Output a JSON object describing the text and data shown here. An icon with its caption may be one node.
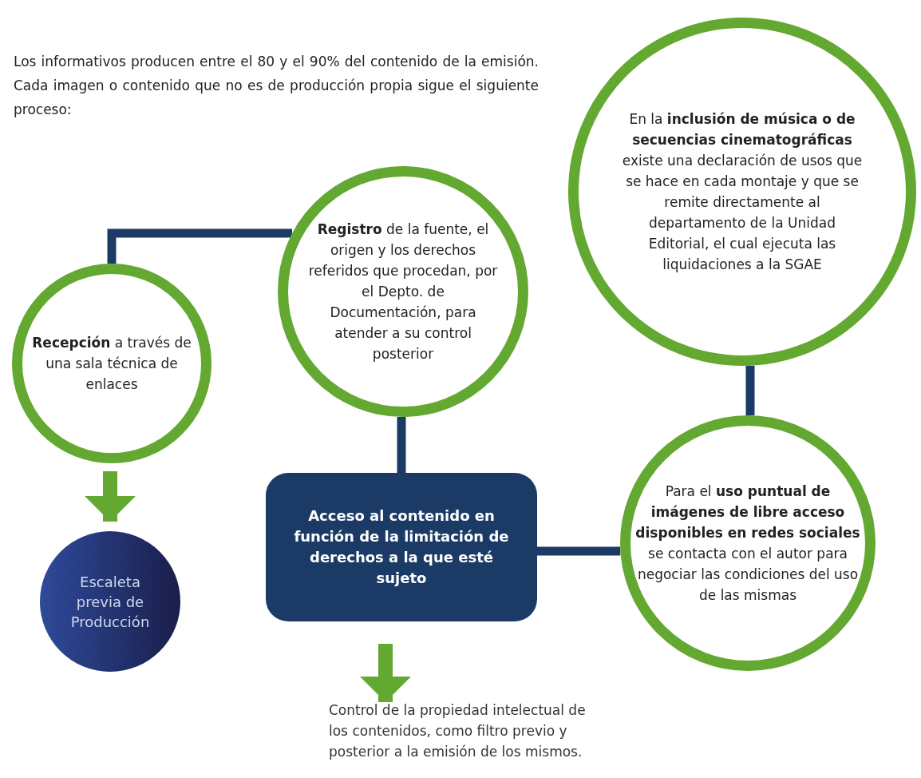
{
  "diagram": {
    "nodes": [
      {
        "text": [
          "**Recepción** a través de una sala técnica de enlaces"
        ]
      },
      {
        "text": [
          "**Registro** de la fuente, el origen y los derechos referidos que procedan, por el Depto. de Documentación, para atender a su control posterior"
        ]
      },
      {
        "text": [
          "En la **inclusión de música o de secuencias cinematográficas** existe una declaración de usos que se hace en cada montaje y que se remite directamente al departamento de la Unidad Editorial, el cual ejecuta las liquidaciones a la SGAE"
        ]
      },
      {
        "text": [
          "Para el **uso puntual de imágenes de libre acceso disponibles en redes sociales** se contacta con el autor para negociar las condiciones del uso de las mismas"
        ]
      },
      {
        "text": [
          "Escaleta previa de Producción"
        ]
      },
      {
        "text": [
          "Acceso al contenido en función de la limitación de derechos a la que esté sujeto"
        ]
      },
      {
        "text": [
          "Control de la propiedad intelectual de los contenidos, como filtro previo y posterior a la emisión de los mismos."
        ]
      }
    ],
    "edges": [
      {
        "from": 0,
        "to": 1,
        "arrow": "none"
      },
      {
        "from": 1,
        "to": 5,
        "arrow": "none"
      },
      {
        "from": 5,
        "to": 3,
        "arrow": "none"
      },
      {
        "from": 2,
        "to": 3,
        "arrow": "none"
      },
      {
        "from": 0,
        "to": 4,
        "arrow": "to",
        "color": "#63a831"
      },
      {
        "from": 5,
        "to": 6,
        "arrow": "to",
        "color": "#63a831"
      }
    ],
    "labels": [
      "Los informativos producen entre el 80 y el 90% del contenido de la emisión. Cada imagen o contenido que no es de producción propia sigue el siguiente proceso:"
    ]
  }
}
